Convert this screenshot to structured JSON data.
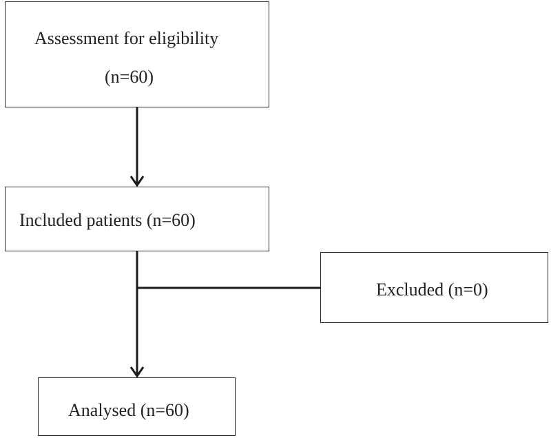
{
  "flowchart": {
    "assessment": {
      "title": "Assessment for eligibility",
      "count": "(n=60)"
    },
    "included": {
      "label": "Included patients (n=60)"
    },
    "excluded": {
      "label": "Excluded (n=0)"
    },
    "analysed": {
      "label": "Analysed (n=60)"
    }
  }
}
